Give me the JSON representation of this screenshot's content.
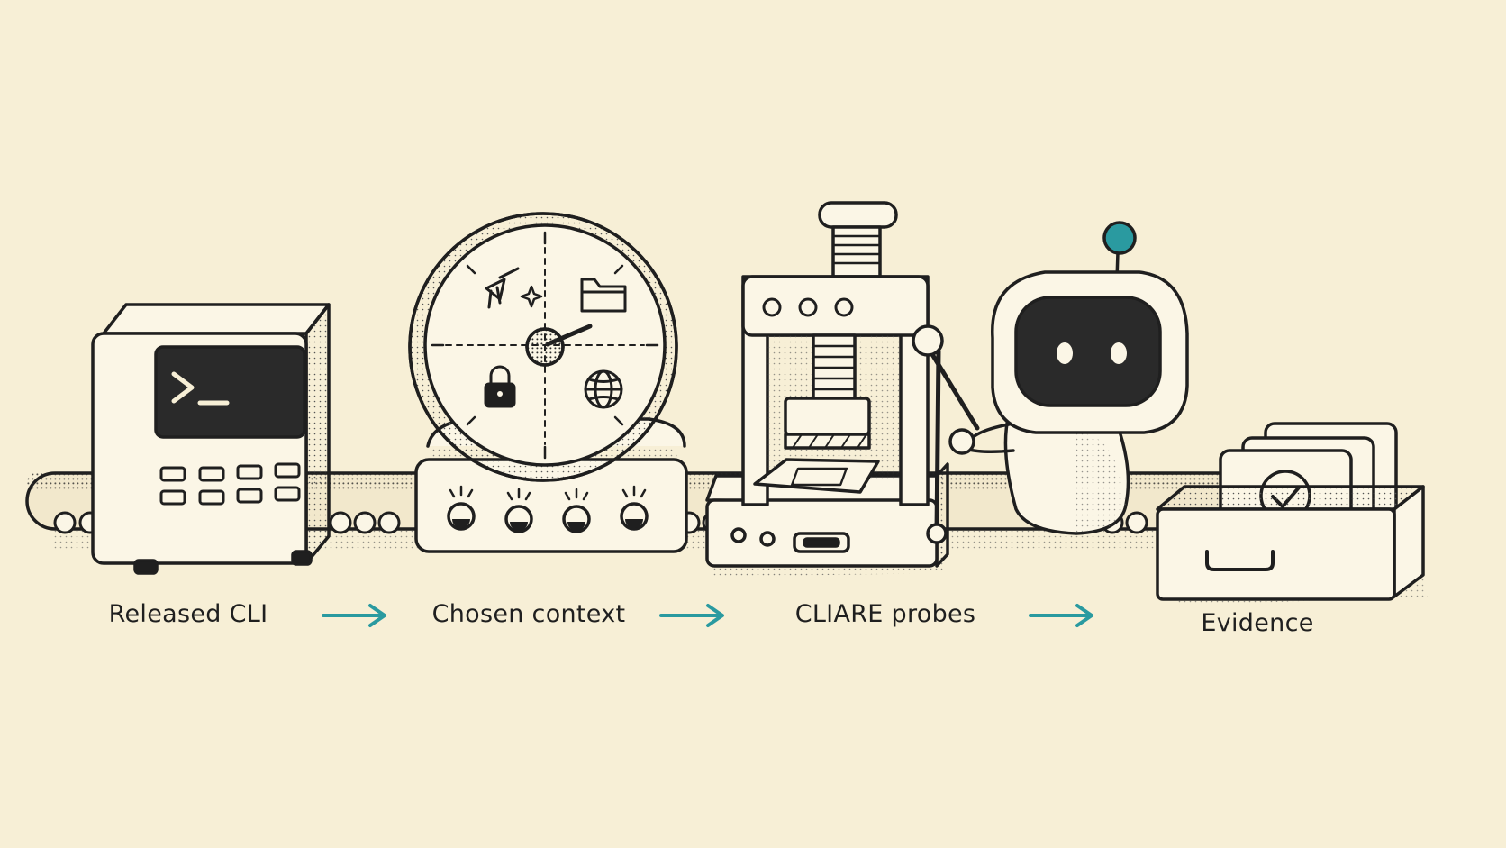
{
  "stages": [
    {
      "label": "Released CLI",
      "icon": "terminal-machine-icon"
    },
    {
      "label": "Chosen context",
      "icon": "context-dial-icon"
    },
    {
      "label": "CLIARE probes",
      "icon": "press-machine-icon"
    },
    {
      "label": "Evidence",
      "icon": "evidence-drawer-icon"
    }
  ],
  "terminal_prompt": ">_",
  "dial_quadrant_icons": [
    "broom-sparkle-icon",
    "folder-icon",
    "lock-icon",
    "globe-icon"
  ],
  "colors": {
    "background": "#f7efd6",
    "ink": "#1f1f1f",
    "accent": "#2a9aa0",
    "panel": "#fbf6e6"
  }
}
